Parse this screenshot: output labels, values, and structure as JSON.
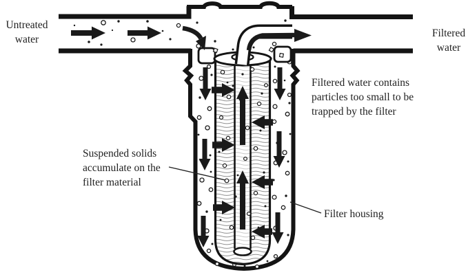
{
  "colors": {
    "ink": "#1a1a1a",
    "paper": "#ffffff"
  },
  "labels": {
    "untreated_water": "Untreated water",
    "filtered_water": "Filtered water",
    "filtered_note": "Filtered water contains particles too small to be trapped by the filter",
    "suspended_note": "Suspended solids accumulate on the filter material",
    "filter_housing": "Filter housing"
  }
}
